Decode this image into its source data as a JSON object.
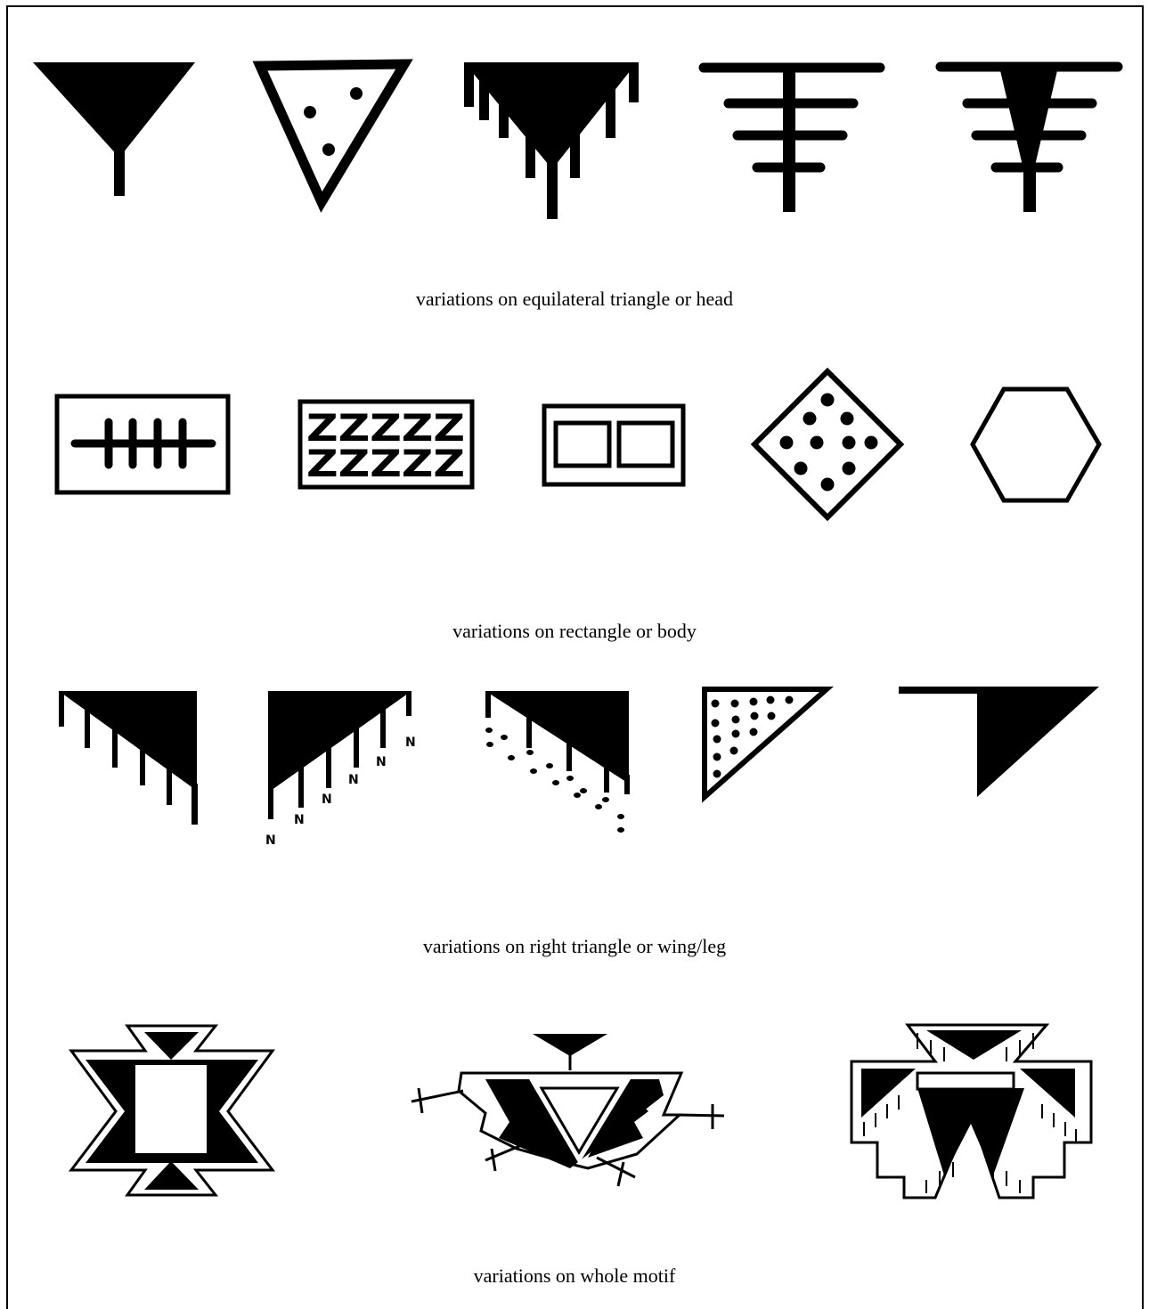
{
  "captions": {
    "equilateral": "variations on equilateral triangle or head",
    "rectangle": "variations on rectangle or body",
    "right_triangle": "variations on right triangle or wing/leg",
    "whole_motif": "variations on whole motif"
  },
  "glyphs": {
    "zz_row": "ZZZZZ"
  },
  "colors": {
    "ink": "#000000",
    "paper": "#ffffff"
  }
}
